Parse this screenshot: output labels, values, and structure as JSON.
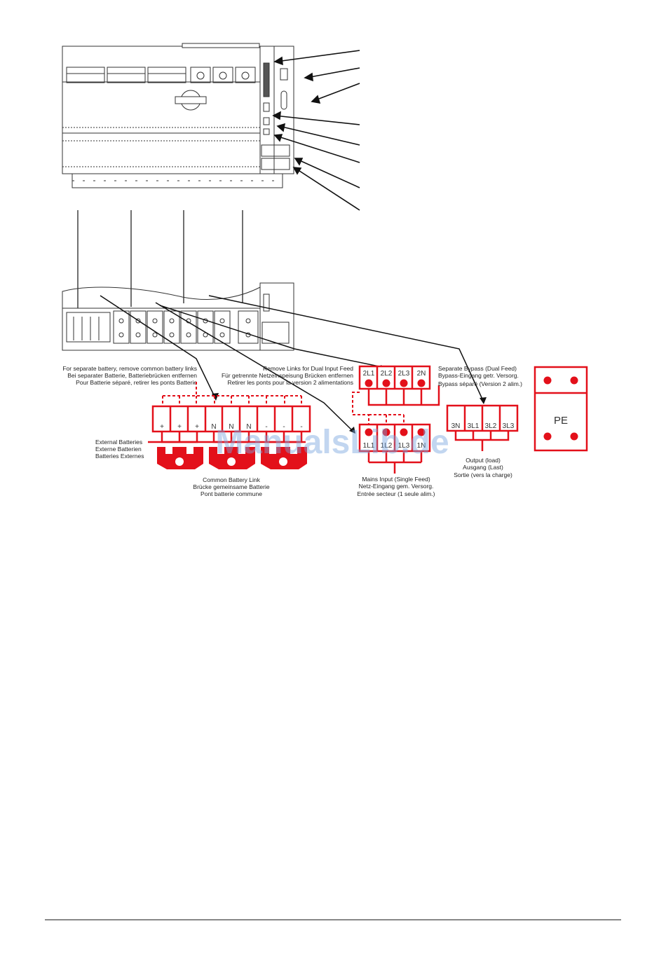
{
  "watermark": "ManualsLib.de",
  "battery_note": {
    "line1": "For separate battery, remove common battery links",
    "line2": "Bei separater Batterie, Batteriebrücken entfernen",
    "line3": "Pour Batterie séparé, retirer les ponts Batterie"
  },
  "dual_feed_note": {
    "line1": "Remove Links for Dual Input Feed",
    "line2": "Für getrennte Netzeinspeisung Brücken entfernen",
    "line3": "Retirer les ponts pour la version 2 alimentations"
  },
  "battery_terminals": [
    "+",
    "+",
    "+",
    "N",
    "N",
    "N",
    "-",
    "-",
    "-"
  ],
  "external_batteries": {
    "line1": "External Batteries",
    "line2": "Externe Batterien",
    "line3": "Batteries Externes"
  },
  "common_battery_link": {
    "line1": "Common Battery Link",
    "line2": "Brücke gemeinsame Batterie",
    "line3": "Pont batterie commune"
  },
  "bypass_terminals": [
    "2L1",
    "2L2",
    "2L3",
    "2N"
  ],
  "bypass_label": {
    "line1": "Separate Bypass (Dual Feed)",
    "line2": "Bypass-Eingang getr. Versorg.",
    "line3": "Bypass séparé (Version 2 alim.)"
  },
  "mains_terminals": [
    "1L1",
    "1L2",
    "1L3",
    "1N"
  ],
  "mains_label": {
    "line1": "Mains Input (Single  Feed)",
    "line2": "Netz-Eingang gem. Versorg.",
    "line3": "Entrée secteur (1 seule alim.)"
  },
  "output_terminals": [
    "3N",
    "3L1",
    "3L2",
    "3L3"
  ],
  "output_label": {
    "line1": "Output (load)",
    "line2": "Ausgang (Last)",
    "line3": "Sortie (vers la charge)"
  },
  "pe_label": "PE",
  "colors": {
    "red": "#e3101a",
    "line": "#111111",
    "watermark": "#7aa6e0"
  }
}
